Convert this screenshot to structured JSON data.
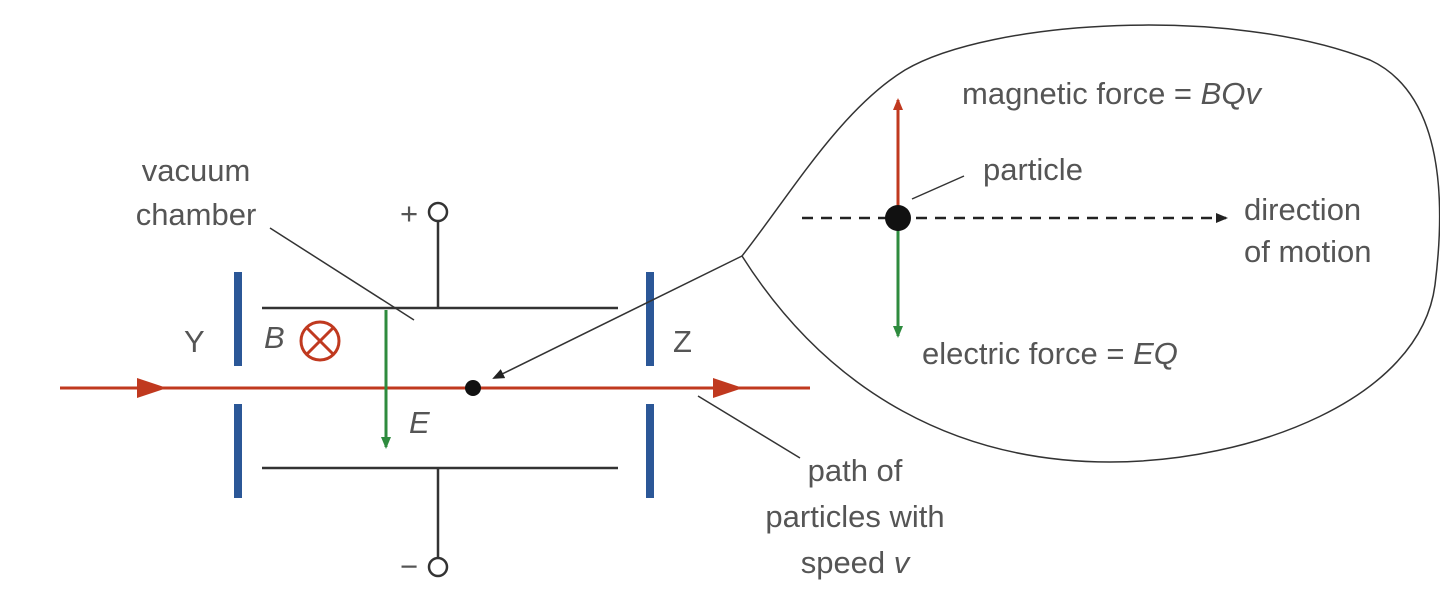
{
  "labels": {
    "vacuum_line1": "vacuum",
    "vacuum_line2": "chamber",
    "plus": "+",
    "minus": "−",
    "plate_y": "Y",
    "plate_z": "Z",
    "b_field": "B",
    "e_field": "E",
    "path_line1": "path of",
    "path_line2": "particles with",
    "path_line3_text": "speed ",
    "path_line3_var": "v",
    "magnetic_text": "magnetic force = ",
    "magnetic_formula": "BQv",
    "particle": "particle",
    "direction_line1": "direction",
    "direction_line2": "of motion",
    "electric_text": "electric force = ",
    "electric_formula": "EQ"
  },
  "colors": {
    "plate_blue": "#2b5797",
    "path_red": "#c0391f",
    "magnetic_red": "#c0391f",
    "field_green": "#2e8b3e",
    "line_gray": "#333333",
    "text_gray": "#555555"
  },
  "icons": {
    "b_field_symbol": "field-into-page-icon",
    "terminal": "open-circle-terminal-icon"
  }
}
